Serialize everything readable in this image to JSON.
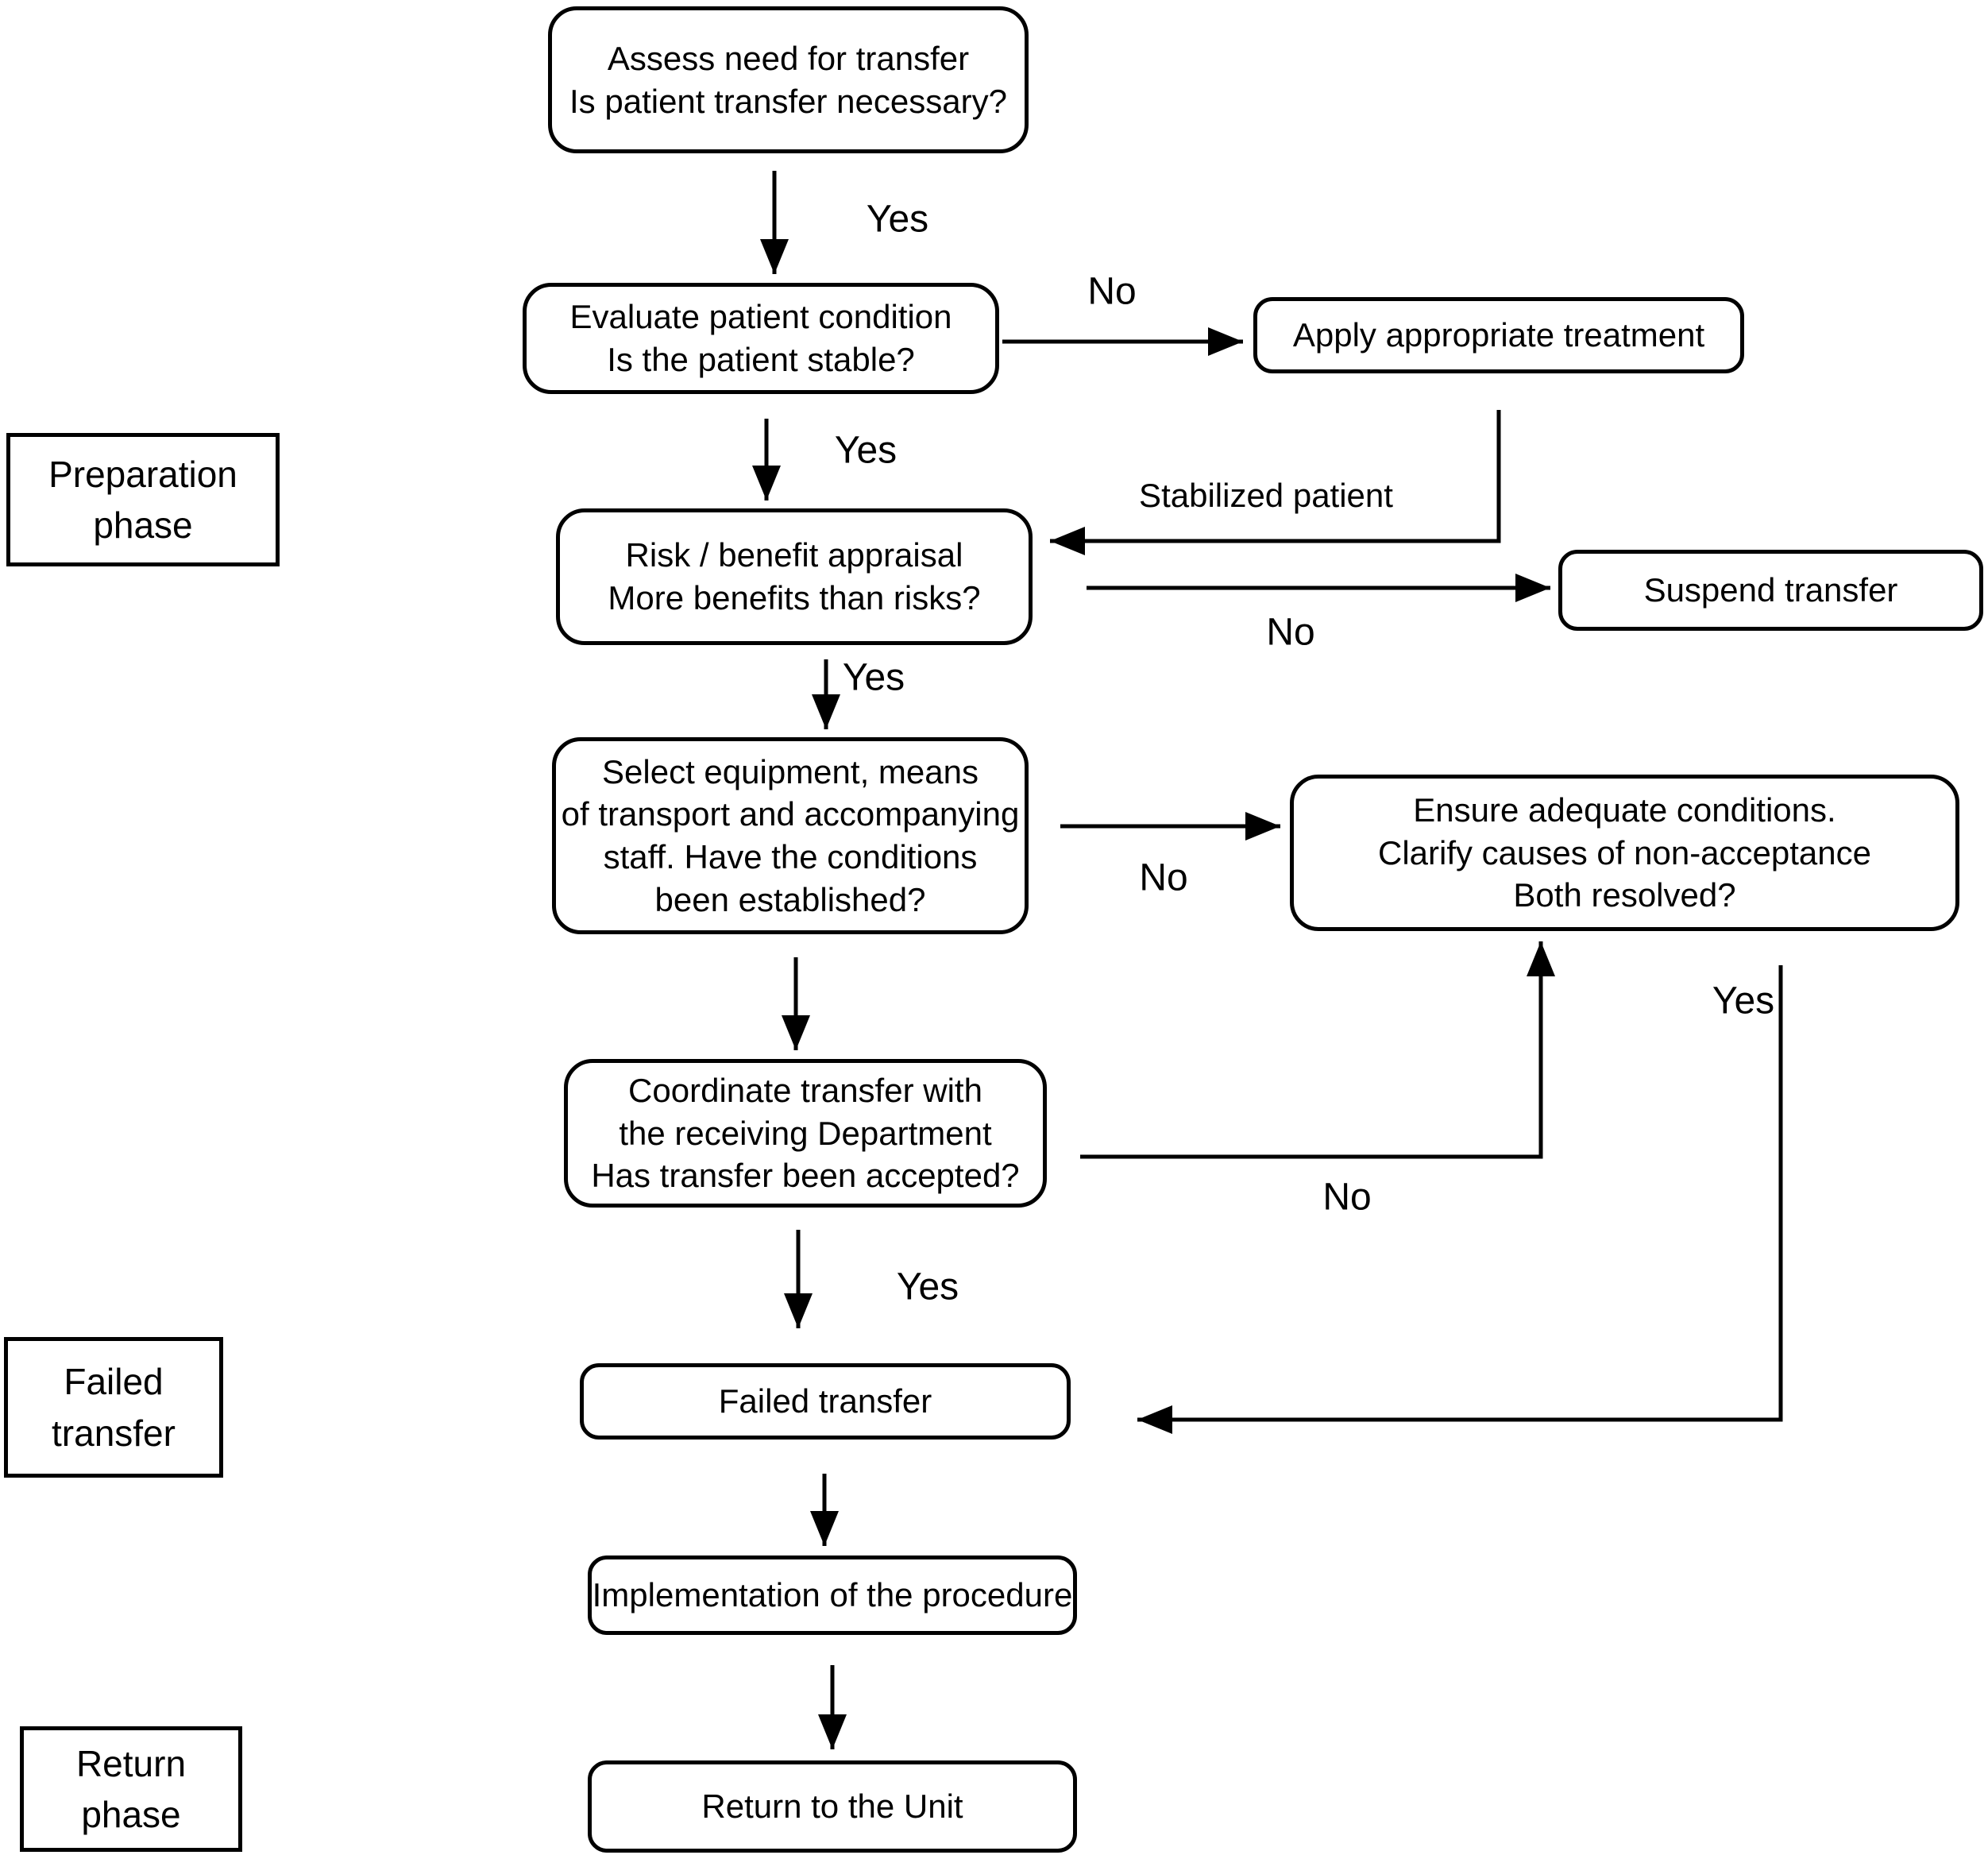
{
  "colors": {
    "background": "#ffffff",
    "line": "#000000",
    "text": "#000000"
  },
  "phases": {
    "preparation": "Preparation\nphase",
    "failed": "Failed\ntransfer",
    "return": "Return\nphase"
  },
  "nodes": {
    "assess": "Assess need for transfer\nIs patient transfer necessary?",
    "evaluate": "Evaluate patient condition\nIs the patient stable?",
    "apply": "Apply appropriate treatment",
    "risk": "Risk / benefit appraisal\nMore benefits than risks?",
    "suspend": "Suspend transfer",
    "select": "Select equipment, means\nof transport and accompanying\nstaff. Have the conditions\nbeen established?",
    "ensure": "Ensure adequate conditions.\nClarify causes of non-acceptance\nBoth resolved?",
    "coordinate": "Coordinate transfer with\nthe receiving Department\nHas transfer been accepted?",
    "failed": "Failed transfer",
    "implementation": "Implementation of the procedure",
    "return": "Return to the Unit"
  },
  "edge_labels": {
    "yes_assess": "Yes",
    "no_evaluate": "No",
    "yes_evaluate": "Yes",
    "stabilized": "Stabilized patient",
    "no_risk": "No",
    "yes_risk": "Yes",
    "no_select": "No",
    "yes_select": "Yes",
    "no_coordinate": "No",
    "yes_ensure": "Yes"
  }
}
